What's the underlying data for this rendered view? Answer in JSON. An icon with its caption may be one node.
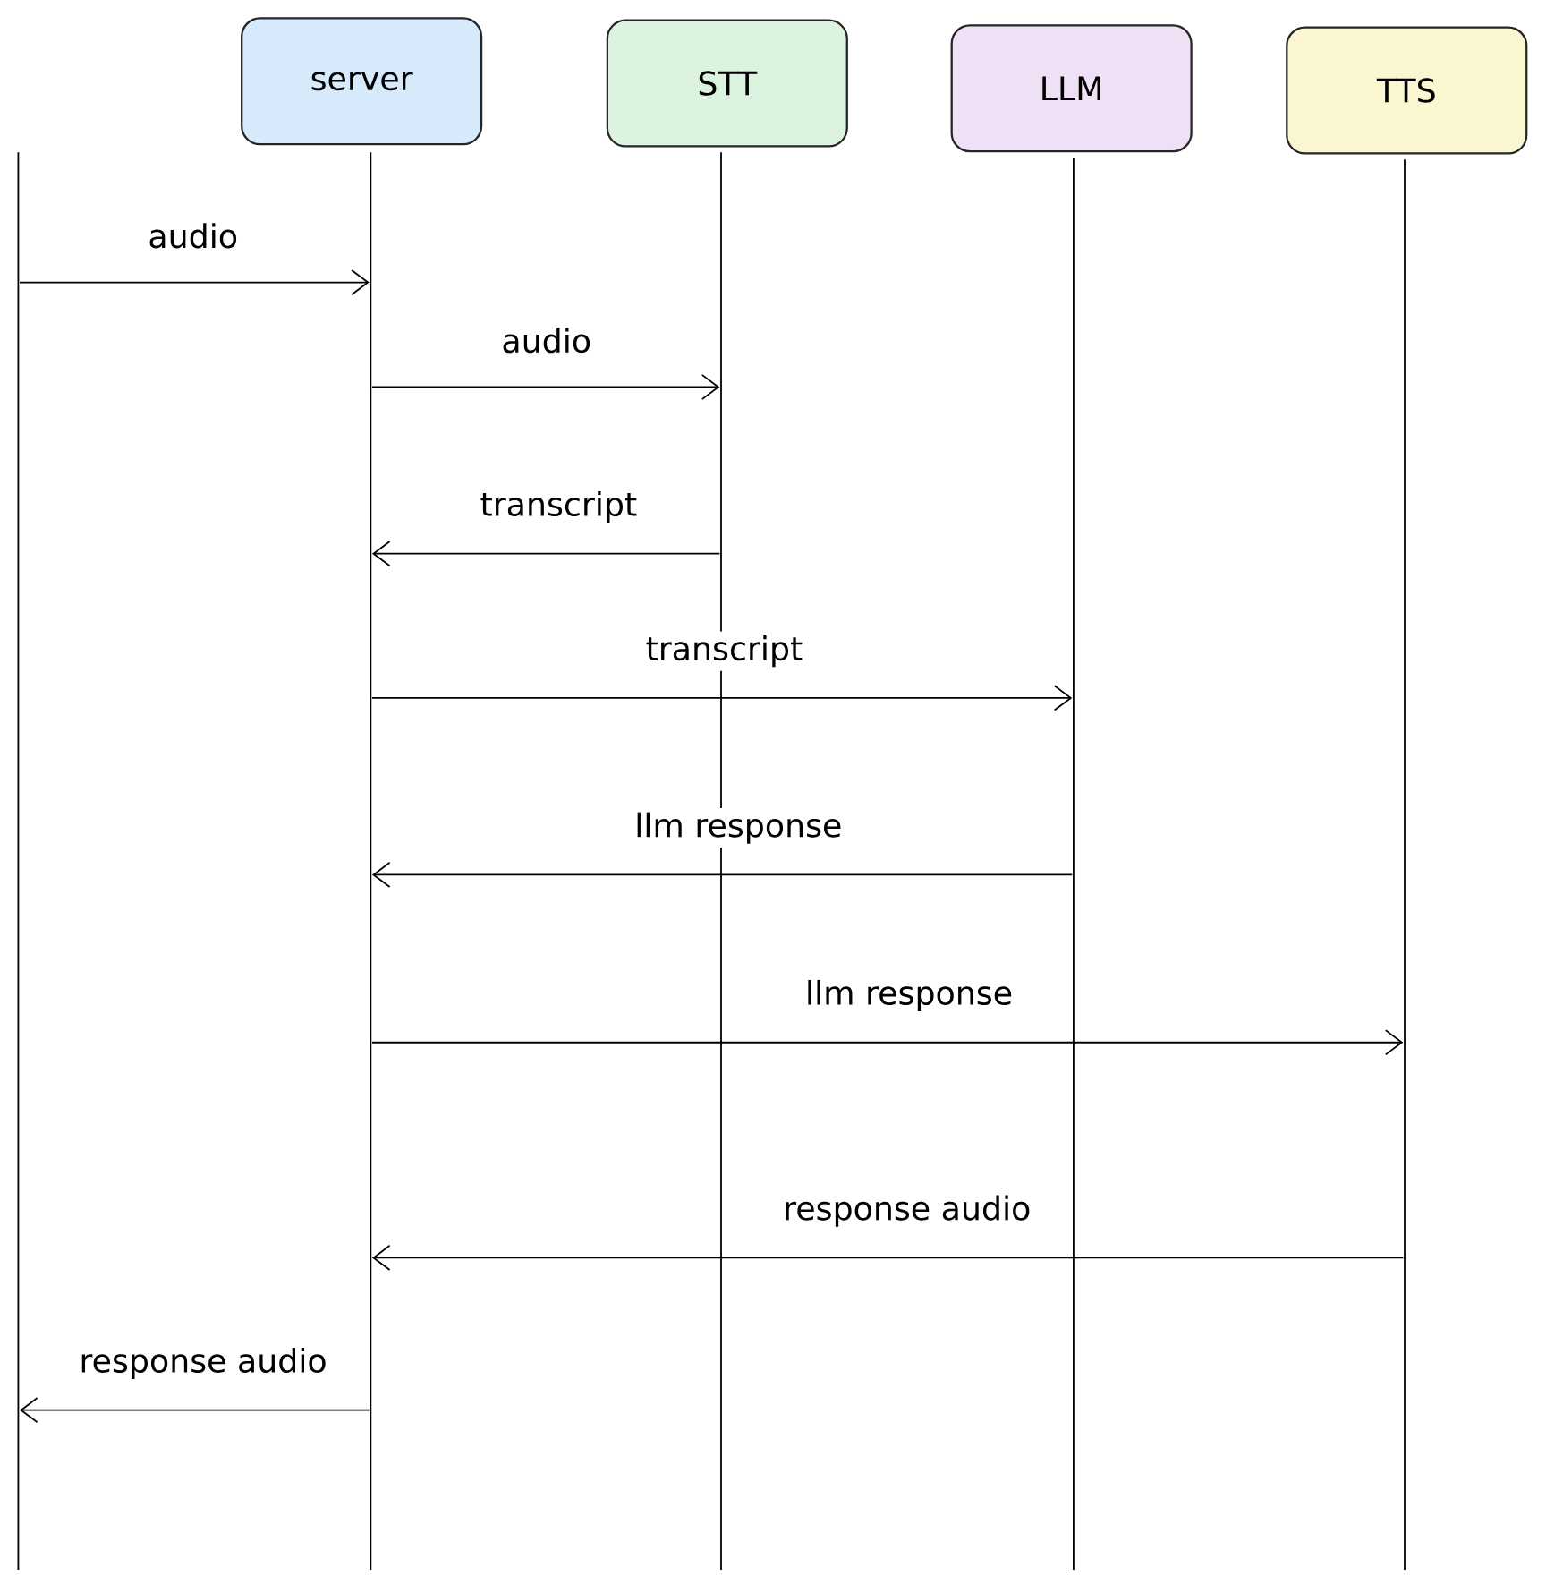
{
  "diagram": {
    "nodes": [
      {
        "text": [],
        "shape": "line"
      },
      {
        "text": [
          "server"
        ]
      },
      {
        "text": [
          "STT"
        ]
      },
      {
        "text": [
          "LLM"
        ]
      },
      {
        "text": [
          "TTS"
        ]
      },
      {
        "text": [],
        "shape": "line"
      },
      {
        "text": [],
        "shape": "line"
      },
      {
        "text": [],
        "shape": "line"
      },
      {
        "text": [],
        "shape": "line"
      }
    ],
    "edges": [
      {
        "from": 0,
        "to": 5,
        "arrow": "to",
        "label": "audio"
      },
      {
        "from": 5,
        "to": 6,
        "arrow": "to",
        "label": "audio"
      },
      {
        "from": 6,
        "to": 5,
        "arrow": "to",
        "label": "transcript"
      },
      {
        "from": 5,
        "to": 7,
        "arrow": "to",
        "label": "transcript"
      },
      {
        "from": 7,
        "to": 5,
        "arrow": "to",
        "label": "llm response"
      },
      {
        "from": 5,
        "to": 8,
        "arrow": "to",
        "label": "llm response"
      },
      {
        "from": 8,
        "to": 5,
        "arrow": "to",
        "label": "response audio"
      },
      {
        "from": 5,
        "to": 0,
        "arrow": "to",
        "label": "response audio"
      }
    ]
  }
}
